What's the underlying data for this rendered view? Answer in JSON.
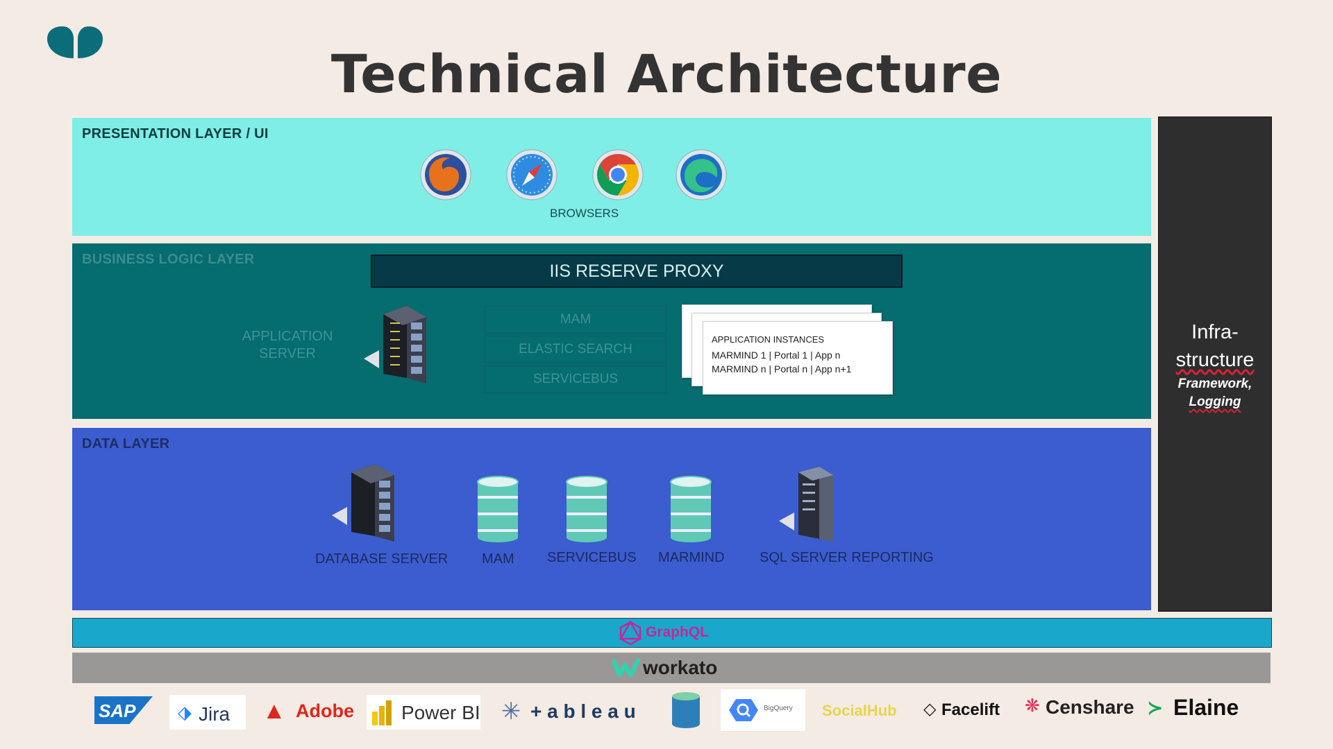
{
  "page": {
    "title": "Technical Architecture"
  },
  "presentation": {
    "label": "PRESENTATION LAYER / UI",
    "browsers_label": "BROWSERS"
  },
  "business": {
    "label": "BUSINESS LOGIC LAYER",
    "proxy_label": "IIS RESERVE PROXY",
    "app_server_label_line1": "APPLICATION",
    "app_server_label_line2": "SERVER",
    "services": [
      "MAM",
      "ELASTIC SEARCH",
      "SERVICEBUS"
    ],
    "instances": {
      "title": "APPLICATION INSTANCES",
      "lines": [
        "MARMIND 1 | Portal 1 | App n",
        "MARMIND n | Portal n | App n+1"
      ]
    }
  },
  "data_layer": {
    "label": "DATA LAYER",
    "items": [
      "DATABASE SERVER",
      "MAM",
      "SERVICEBUS",
      "MARMIND",
      "SQL SERVER REPORTING"
    ]
  },
  "infra": {
    "title_line1": "Infra-",
    "title_line2": "structure",
    "sub_line1": "Framework,",
    "sub_line2": "Logging"
  },
  "graphql": {
    "label": "GraphQL"
  },
  "workato": {
    "label": "workato"
  },
  "integrations": {
    "sap": "SAP",
    "jira": "Jira",
    "adobe": "Adobe",
    "powerbi": "Power BI",
    "tableau": "+ a b l e a u",
    "bigquery": "BigQuery",
    "socialhub": "SocialHub",
    "facelift": "Facelift",
    "censhare": "Censhare",
    "elaine": "Elaine"
  },
  "colors": {
    "presentation": "#7eeee6",
    "business": "#056c70",
    "data": "#3b5dcf",
    "infra": "#2e2e2e",
    "graphql_bar": "#1aa7cc",
    "workato_bar": "#9a9896"
  }
}
